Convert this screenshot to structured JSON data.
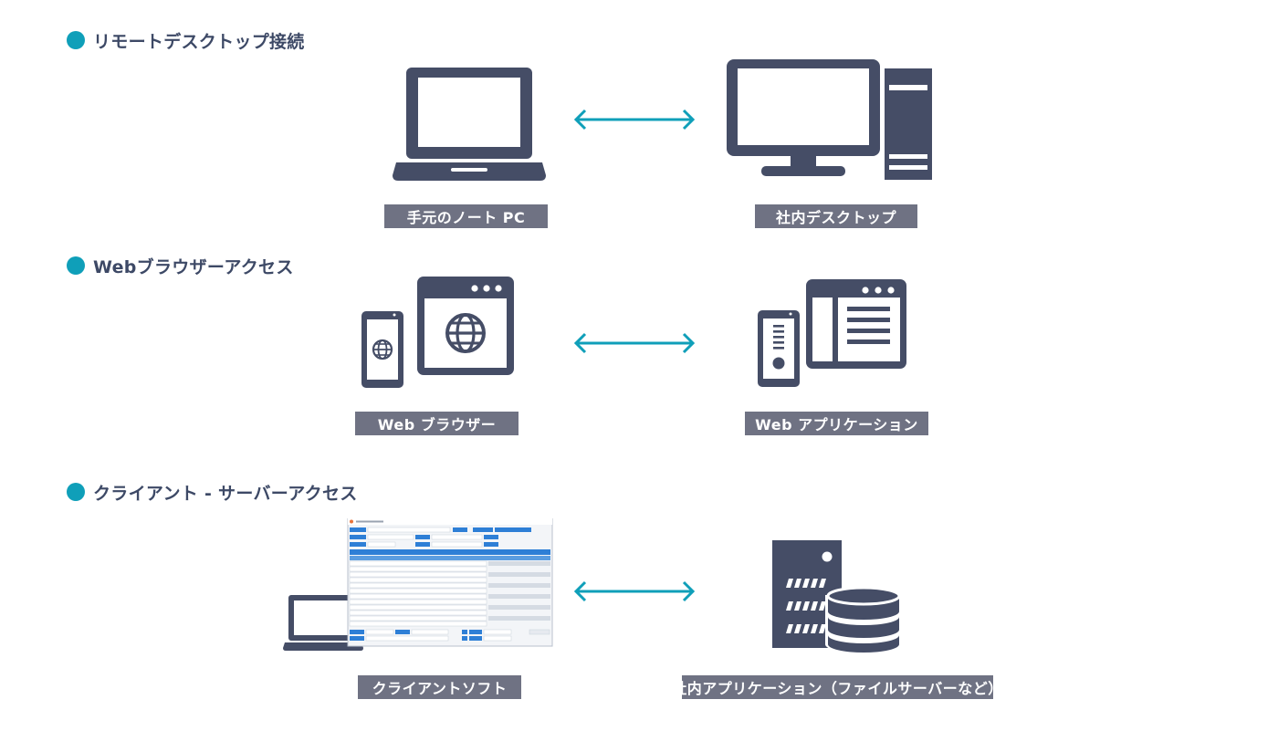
{
  "sections": [
    {
      "title": "リモートデスクトップ接続",
      "left_label": "手元のノート PC",
      "right_label": "社内デスクトップ"
    },
    {
      "title": "Webブラウザーアクセス",
      "left_label": "Web ブラウザー",
      "right_label": "Web アプリケーション"
    },
    {
      "title": "クライアント - サーバーアクセス",
      "left_label": "クライアントソフト",
      "right_label": "社内アプリケーション（ファイルサーバーなど）"
    }
  ],
  "colors": {
    "accent": "#0f9fb9",
    "icon": "#454d66",
    "label_bg": "#6f7283",
    "heading_text": "#3d4966"
  },
  "icons": {
    "laptop": "laptop-icon",
    "desktop": "desktop-pc-icon",
    "browser": "browser-globe-icon",
    "web_app": "web-application-icon",
    "client_software": "client-software-icon",
    "server": "server-database-icon",
    "arrow": "bidirectional-arrow-icon"
  }
}
